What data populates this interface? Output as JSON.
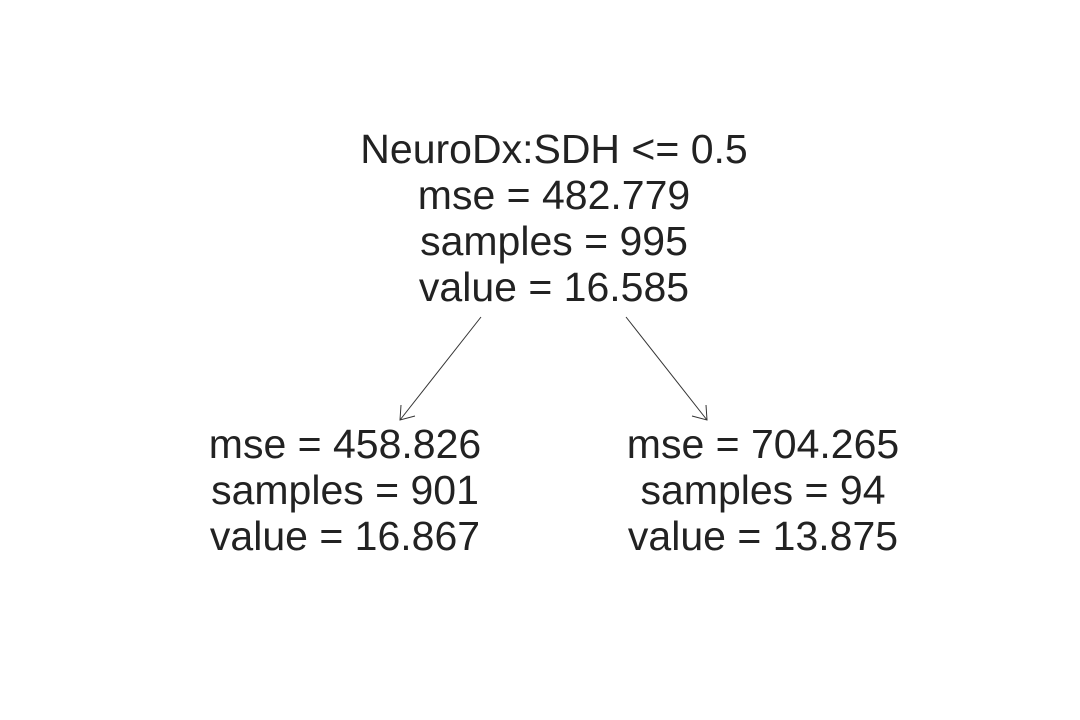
{
  "tree": {
    "root": {
      "split": "NeuroDx:SDH <= 0.5",
      "mse": "mse = 482.779",
      "samples": "samples = 995",
      "value": "value = 16.585"
    },
    "left": {
      "mse": "mse = 458.826",
      "samples": "samples = 901",
      "value": "value = 16.867"
    },
    "right": {
      "mse": "mse = 704.265",
      "samples": "samples = 94",
      "value": "value = 13.875"
    }
  },
  "colors": {
    "text": "#222222",
    "edge": "#333333",
    "background": "#ffffff"
  }
}
